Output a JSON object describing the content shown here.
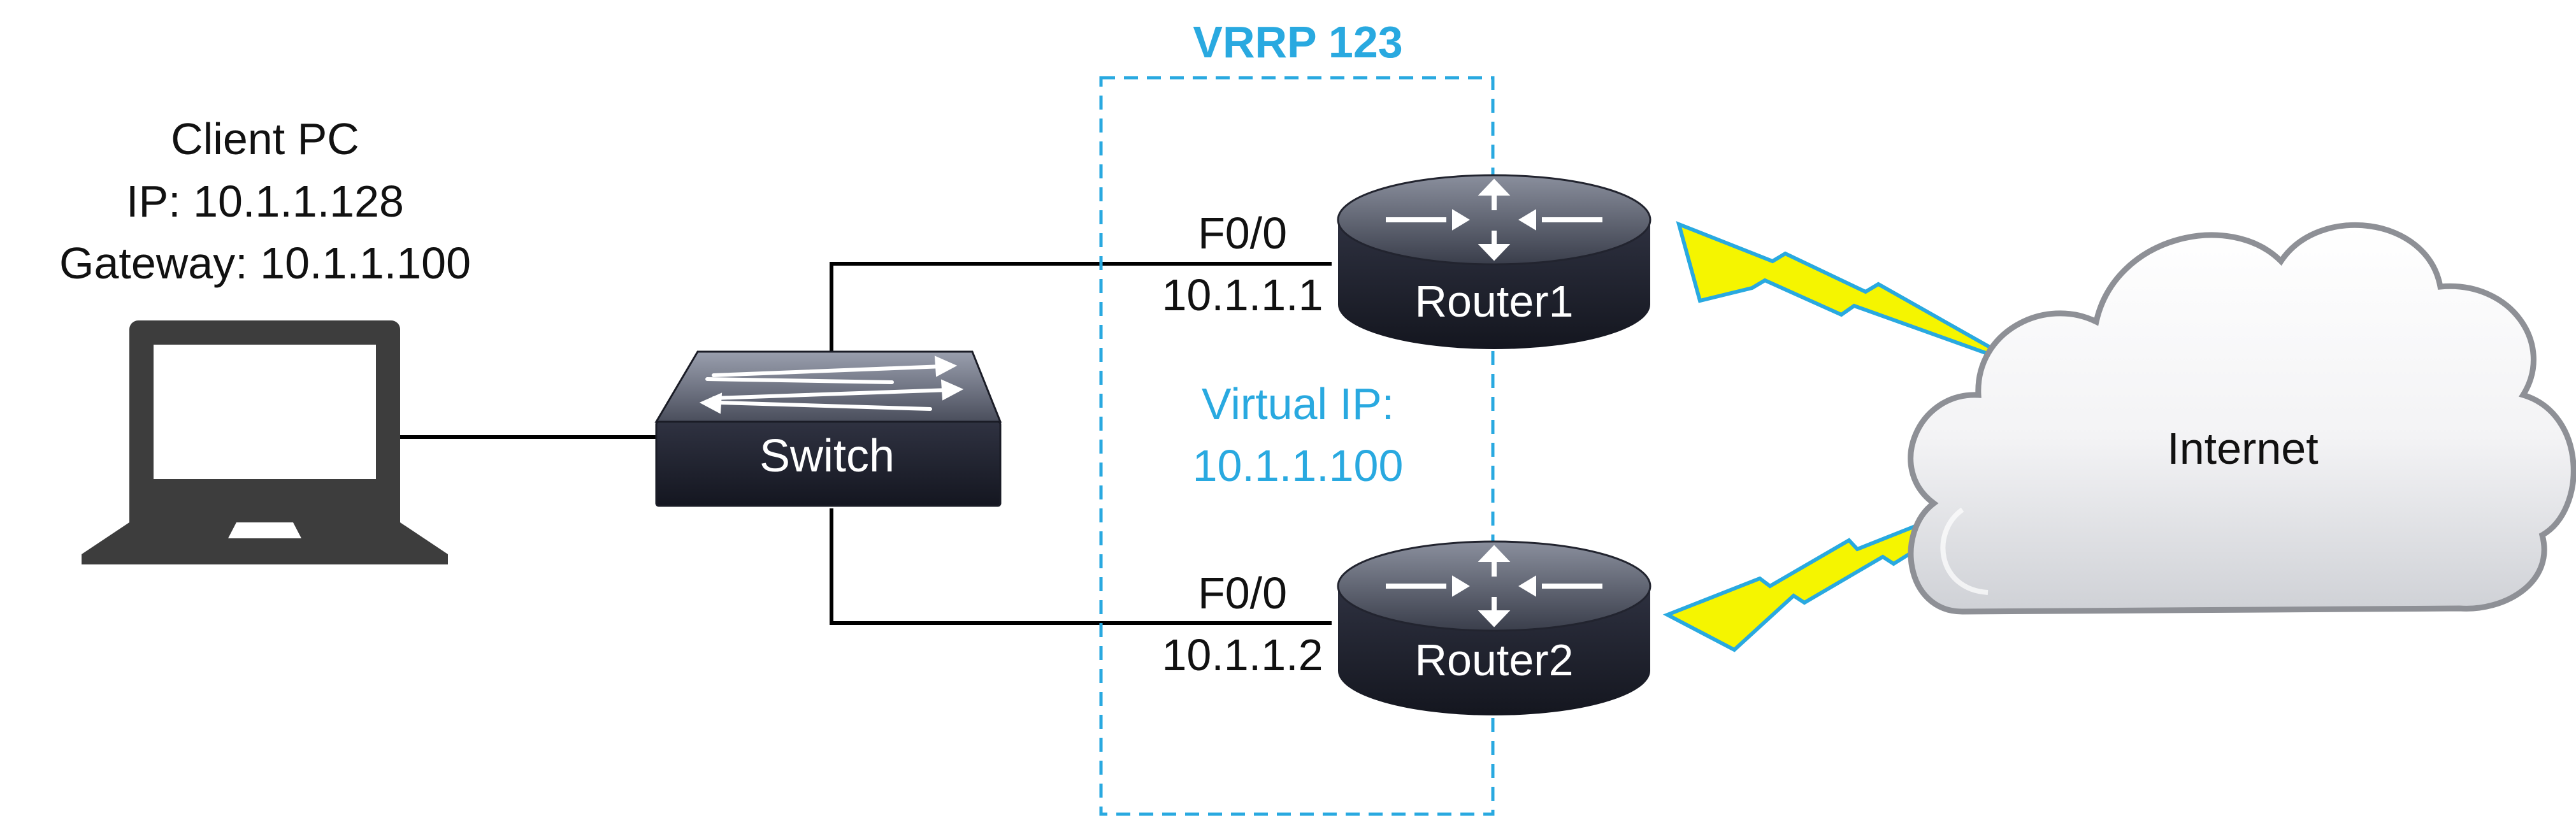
{
  "vrrp": {
    "title": "VRRP 123",
    "virtual_ip_label": "Virtual IP:",
    "virtual_ip": "10.1.1.100"
  },
  "client": {
    "name": "Client PC",
    "ip": "IP: 10.1.1.128",
    "gateway": "Gateway: 10.1.1.100"
  },
  "switch": {
    "label": "Switch"
  },
  "router1": {
    "label": "Router1",
    "interface": "F0/0",
    "ip": "10.1.1.1"
  },
  "router2": {
    "label": "Router2",
    "interface": "F0/0",
    "ip": "10.1.1.2"
  },
  "internet": {
    "label": "Internet"
  },
  "colors": {
    "accent": "#29a9e0",
    "lightning": "#f5f500",
    "lightning_outline": "#29a9e0",
    "device": "#2a2d3a",
    "link": "#000000"
  }
}
